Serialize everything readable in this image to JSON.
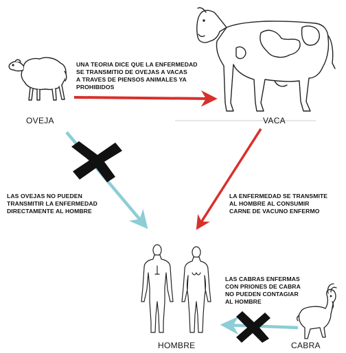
{
  "nodes": {
    "sheep": "OVEJA",
    "cow": "VACA",
    "human": "HOMBRE",
    "goat": "CABRA"
  },
  "annotations": {
    "sheep_to_cow": [
      "UNA TEORIA DICE QUE LA ENFERMEDAD",
      "SE TRANSMITIO DE OVEJAS A VACAS",
      "A TRAVES DE PIENSOS ANIMALES YA",
      "PROHIBIDOS"
    ],
    "sheep_to_human": [
      "LAS OVEJAS NO PUEDEN",
      "TRANSMITIR LA ENFERMEDAD",
      "DIRECTAMENTE AL HOMBRE"
    ],
    "cow_to_human": [
      "LA ENFERMEDAD SE TRANSMITE",
      "AL HOMBRE AL CONSUMIR",
      "CARNE DE VACUNO ENFERMO"
    ],
    "goat_to_human": [
      "LAS CABRAS ENFERMAS",
      "CON PRIONES DE CABRA",
      "NO PUEDEN CONTAGIAR",
      "AL HOMBRE"
    ]
  },
  "colors": {
    "transmits_arrow": "#d8302b",
    "blocked_arrow": "#8ccdd6",
    "blocked_mark": "#111111"
  },
  "icons": [
    "sheep-icon",
    "cow-icon",
    "human-figures-icon",
    "goat-icon",
    "blocked-x-icon"
  ]
}
